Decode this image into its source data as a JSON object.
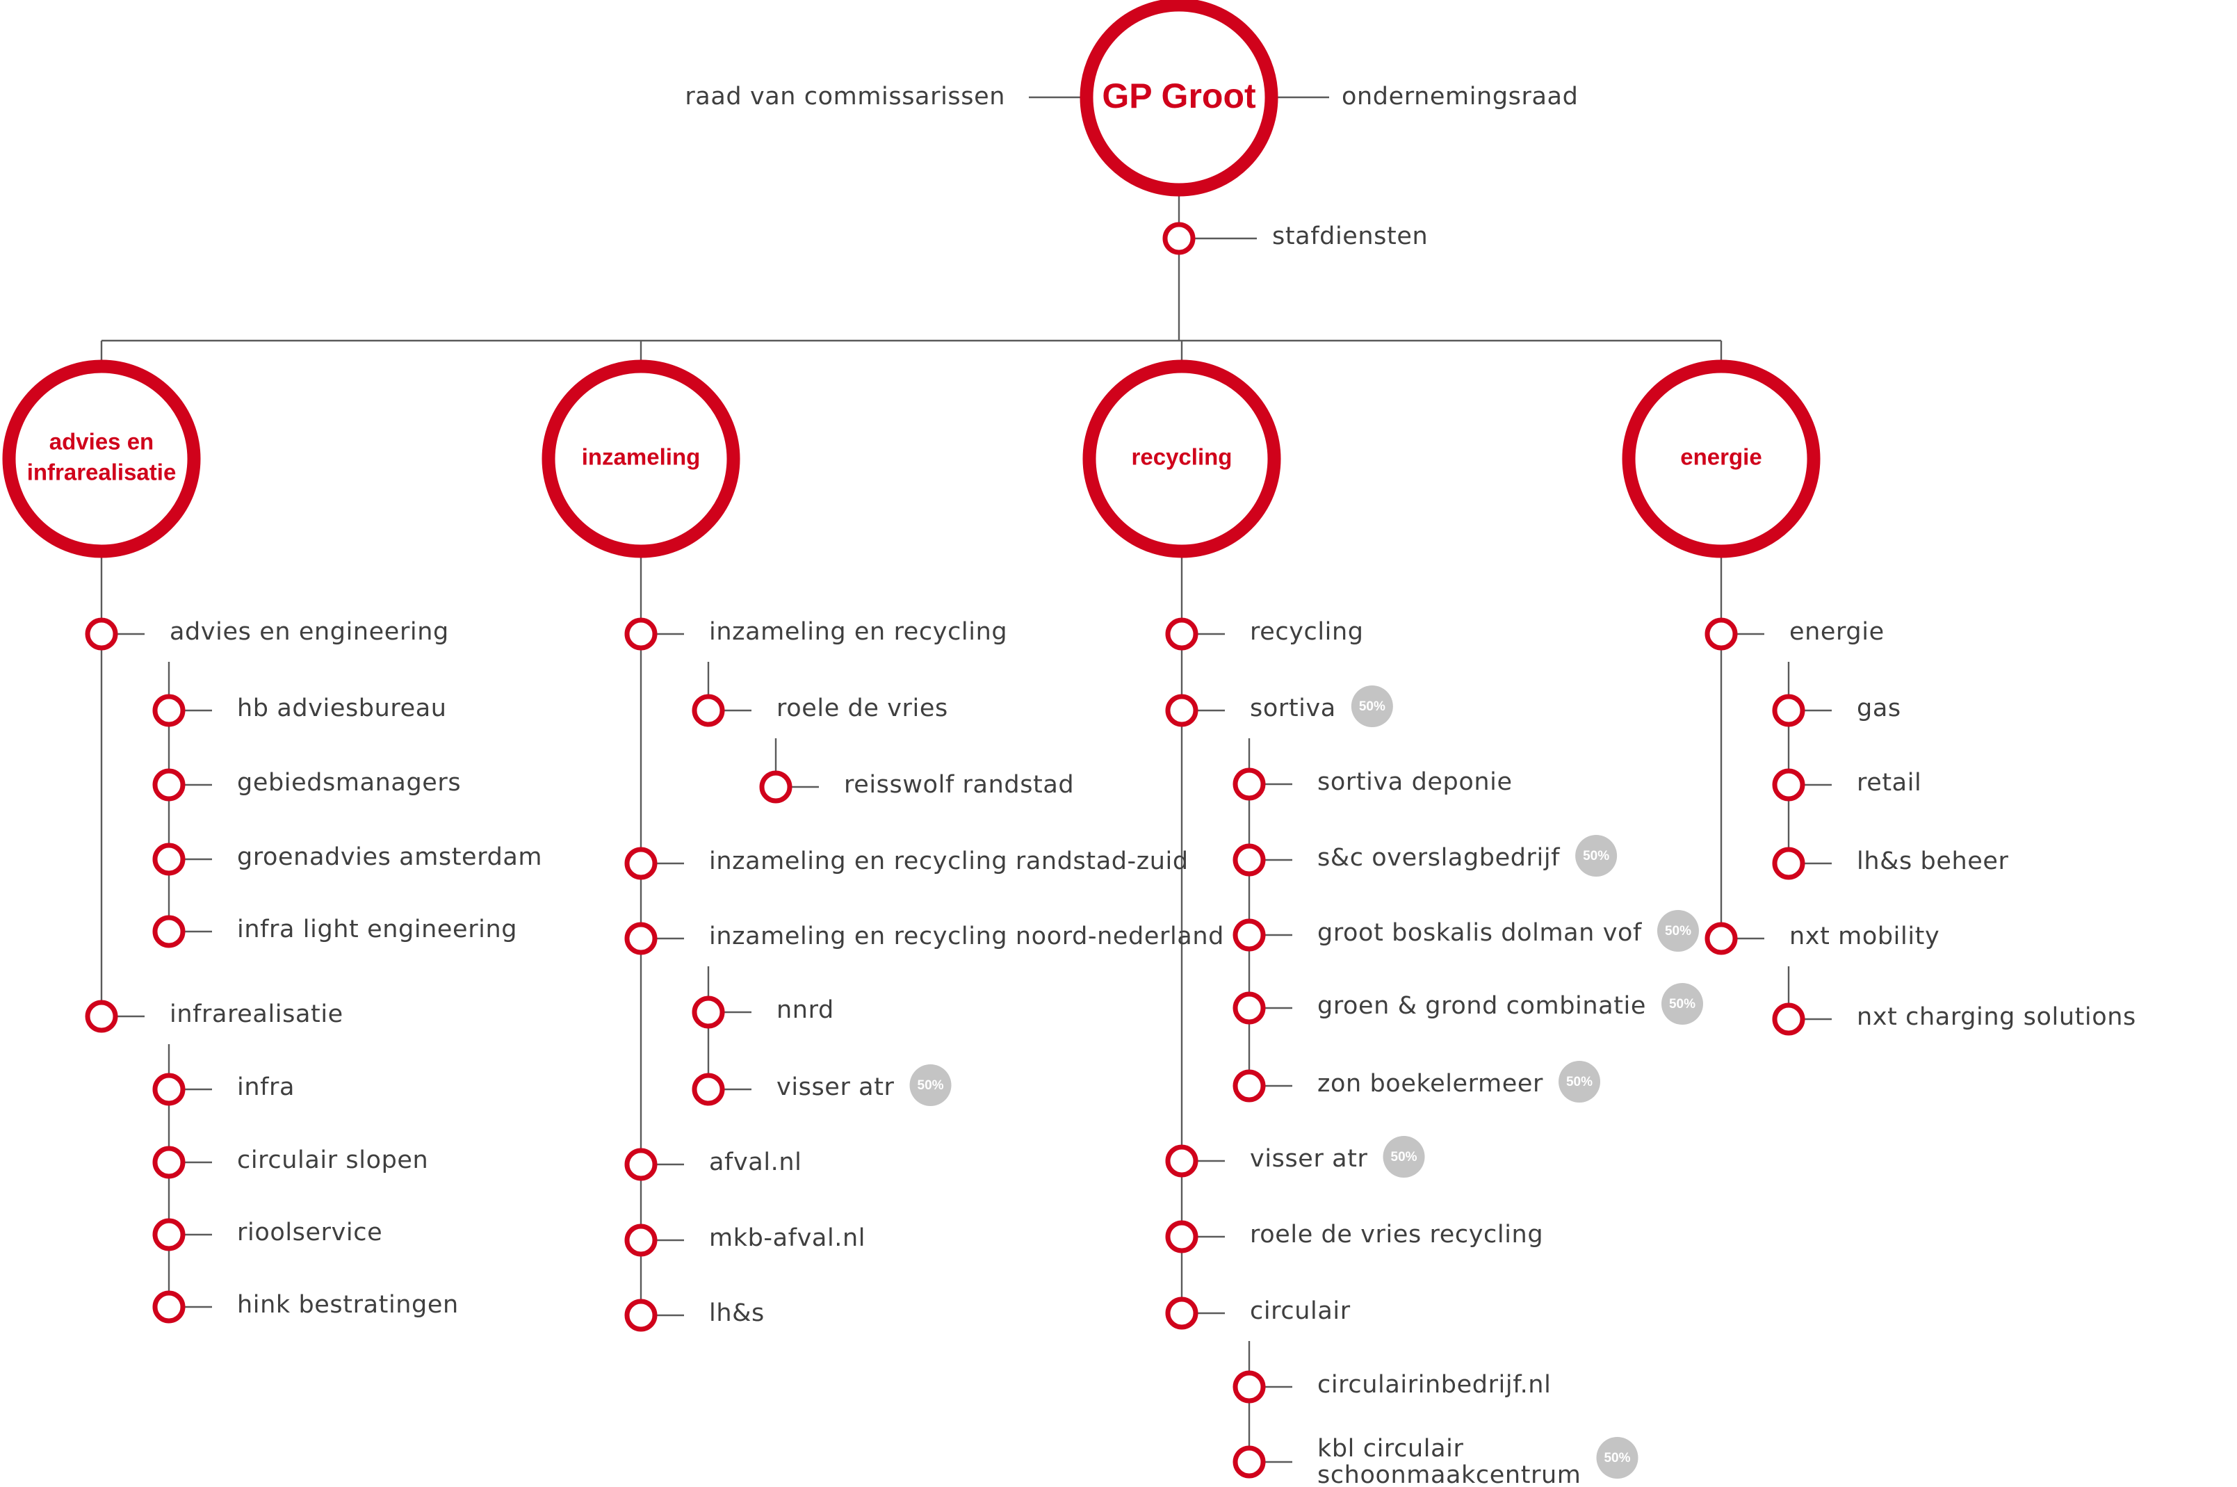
{
  "colors": {
    "accent": "#d0021b",
    "line": "#5a5a5a",
    "text": "#3f3f3f",
    "badge": "#c4c4c4"
  },
  "root": {
    "label": "GP Groot",
    "left_label": "raad van commissarissen",
    "right_label": "ondernemingsraad",
    "staff_label": "stafdiensten"
  },
  "divisions": [
    {
      "label_lines": [
        "advies en",
        "infrarealisatie"
      ],
      "items": [
        {
          "label": "advies en engineering",
          "children": [
            {
              "label": "hb adviesbureau"
            },
            {
              "label": "gebiedsmanagers"
            },
            {
              "label": "groenadvies amsterdam"
            },
            {
              "label": "infra light engineering"
            }
          ]
        },
        {
          "label": "infrarealisatie",
          "children": [
            {
              "label": "infra"
            },
            {
              "label": "circulair slopen"
            },
            {
              "label": "rioolservice"
            },
            {
              "label": "hink bestratingen"
            }
          ]
        }
      ]
    },
    {
      "label_lines": [
        "inzameling"
      ],
      "items": [
        {
          "label": "inzameling en recycling",
          "children": [
            {
              "label": "roele de vries",
              "children": [
                {
                  "label": "reisswolf randstad"
                }
              ]
            }
          ]
        },
        {
          "label": "inzameling en recycling randstad-zuid"
        },
        {
          "label": "inzameling en recycling noord-nederland",
          "children": [
            {
              "label": "nnrd"
            },
            {
              "label": "visser atr",
              "badge": "50%"
            }
          ]
        },
        {
          "label": "afval.nl"
        },
        {
          "label": "mkb-afval.nl"
        },
        {
          "label": "lh&s"
        }
      ]
    },
    {
      "label_lines": [
        "recycling"
      ],
      "items": [
        {
          "label": "recycling"
        },
        {
          "label": "sortiva",
          "badge": "50%",
          "children": [
            {
              "label": "sortiva deponie"
            },
            {
              "label": "s&c overslagbedrijf",
              "badge": "50%"
            },
            {
              "label": "groot boskalis dolman vof",
              "badge": "50%"
            },
            {
              "label": "groen & grond combinatie",
              "badge": "50%"
            },
            {
              "label": "zon boekelermeer",
              "badge": "50%"
            }
          ]
        },
        {
          "label": "visser atr",
          "badge": "50%"
        },
        {
          "label": "roele de vries recycling"
        },
        {
          "label": "circulair",
          "children": [
            {
              "label": "circulairinbedrijf.nl"
            },
            {
              "label": "kbl circulair schoonmaakcentrum",
              "label_lines": [
                "kbl circulair",
                "schoonmaakcentrum"
              ],
              "badge": "50%"
            }
          ]
        }
      ]
    },
    {
      "label_lines": [
        "energie"
      ],
      "items": [
        {
          "label": "energie",
          "children": [
            {
              "label": "gas"
            },
            {
              "label": "retail"
            },
            {
              "label": "lh&s beheer"
            }
          ]
        },
        {
          "label": "nxt mobility",
          "children": [
            {
              "label": "nxt charging solutions"
            }
          ]
        }
      ]
    }
  ]
}
